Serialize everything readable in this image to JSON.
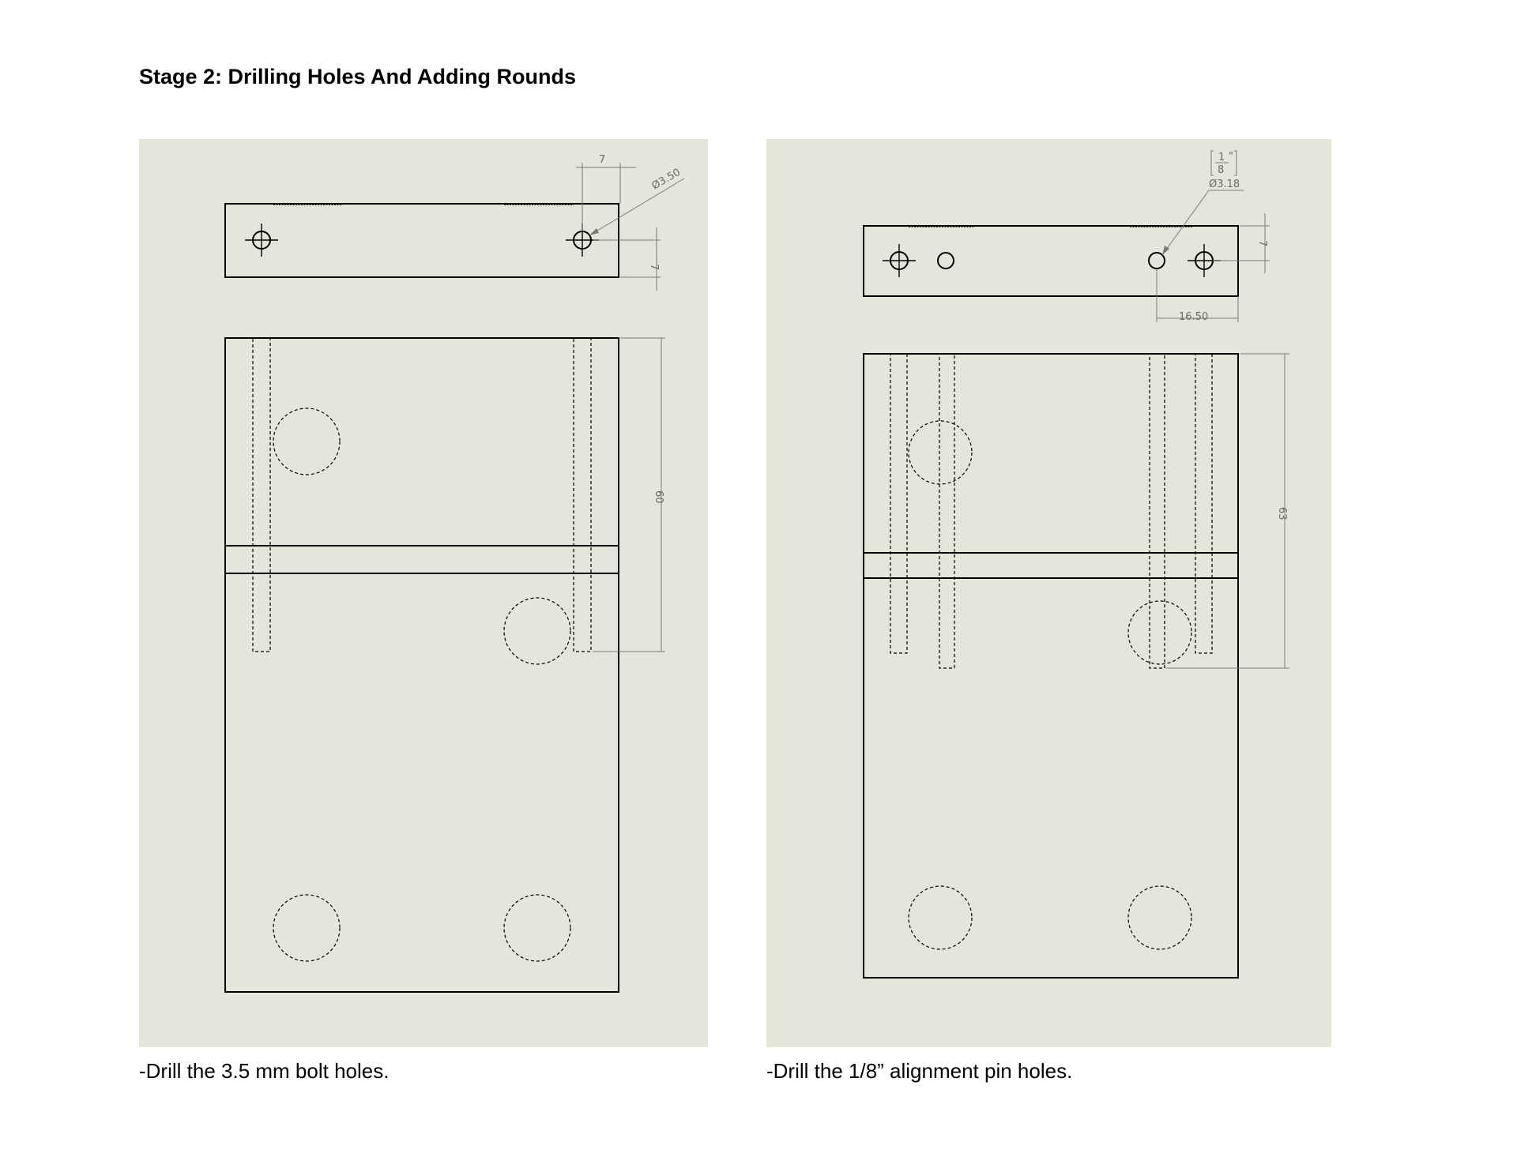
{
  "page": {
    "title": "Stage 2: Drilling Holes And Adding Rounds"
  },
  "left_panel": {
    "caption": "-Drill the 3.5 mm bolt holes.",
    "dims": {
      "top_width": "7",
      "hole_diameter": "Ø3.50",
      "side_height": "7",
      "length": "60"
    }
  },
  "right_panel": {
    "caption": "-Drill the 1/8” alignment pin holes.",
    "dims": {
      "fraction_num": "1",
      "fraction_den": "8",
      "fraction_unit": "\"",
      "hole_diameter": "Ø3.18",
      "side_height": "7",
      "offset": "16.50",
      "length": "63"
    }
  }
}
